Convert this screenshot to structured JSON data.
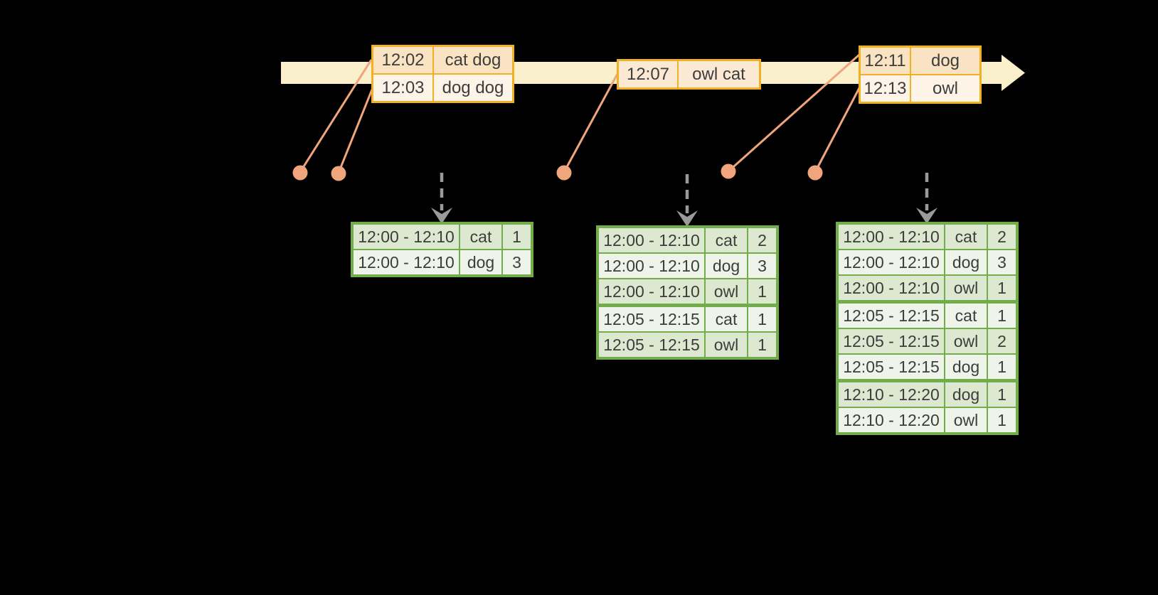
{
  "colors": {
    "background": "#000000",
    "timeline_band": "#FBF0CC",
    "event_border": "#F0B223",
    "event_row_dark": "#FAE3C2",
    "event_row_light": "#FDF3E6",
    "event_row_mid": "#FBE9D3",
    "connector": "#F0A57C",
    "dashed_arrow": "#9A9A9A",
    "result_border": "#73AC4A",
    "result_row_dark": "#DCE8D0",
    "result_row_light": "#EFF4EB",
    "text": "#3D3D3D"
  },
  "event_tables": [
    {
      "rows": [
        {
          "time": "12:02",
          "words": "cat dog"
        },
        {
          "time": "12:03",
          "words": "dog dog"
        }
      ]
    },
    {
      "rows": [
        {
          "time": "12:07",
          "words": "owl cat"
        }
      ]
    },
    {
      "rows": [
        {
          "time": "12:11",
          "words": "dog"
        },
        {
          "time": "12:13",
          "words": "owl"
        }
      ]
    }
  ],
  "result_tables": [
    {
      "rows": [
        {
          "window": "12:00 - 12:10",
          "word": "cat",
          "count": "1"
        },
        {
          "window": "12:00 - 12:10",
          "word": "dog",
          "count": "3"
        }
      ]
    },
    {
      "rows": [
        {
          "window": "12:00 - 12:10",
          "word": "cat",
          "count": "2"
        },
        {
          "window": "12:00 - 12:10",
          "word": "dog",
          "count": "3"
        },
        {
          "window": "12:00 - 12:10",
          "word": "owl",
          "count": "1"
        },
        {
          "window": "12:05 - 12:15",
          "word": "cat",
          "count": "1"
        },
        {
          "window": "12:05 - 12:15",
          "word": "owl",
          "count": "1"
        }
      ]
    },
    {
      "rows": [
        {
          "window": "12:00 - 12:10",
          "word": "cat",
          "count": "2"
        },
        {
          "window": "12:00 - 12:10",
          "word": "dog",
          "count": "3"
        },
        {
          "window": "12:00 - 12:10",
          "word": "owl",
          "count": "1"
        },
        {
          "window": "12:05 - 12:15",
          "word": "cat",
          "count": "1"
        },
        {
          "window": "12:05 - 12:15",
          "word": "owl",
          "count": "2"
        },
        {
          "window": "12:05 - 12:15",
          "word": "dog",
          "count": "1"
        },
        {
          "window": "12:10 - 12:20",
          "word": "dog",
          "count": "1"
        },
        {
          "window": "12:10 - 12:20",
          "word": "owl",
          "count": "1"
        }
      ]
    }
  ]
}
